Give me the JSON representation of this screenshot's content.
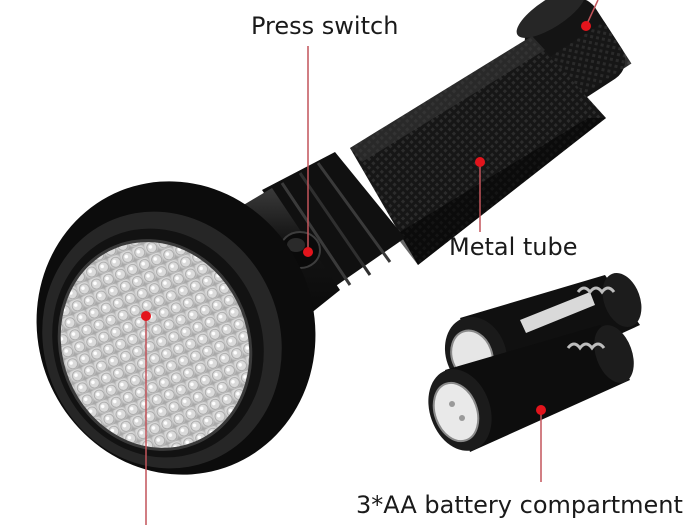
{
  "labels": {
    "press_switch": "Press switch",
    "metal_tube": "Metal tube",
    "battery_compartment": "3*AA battery compartment"
  },
  "colors": {
    "marker": "#e3141c",
    "leader_line": "#c2545a",
    "body": "#121212",
    "highlight": "#4a4a4a"
  }
}
